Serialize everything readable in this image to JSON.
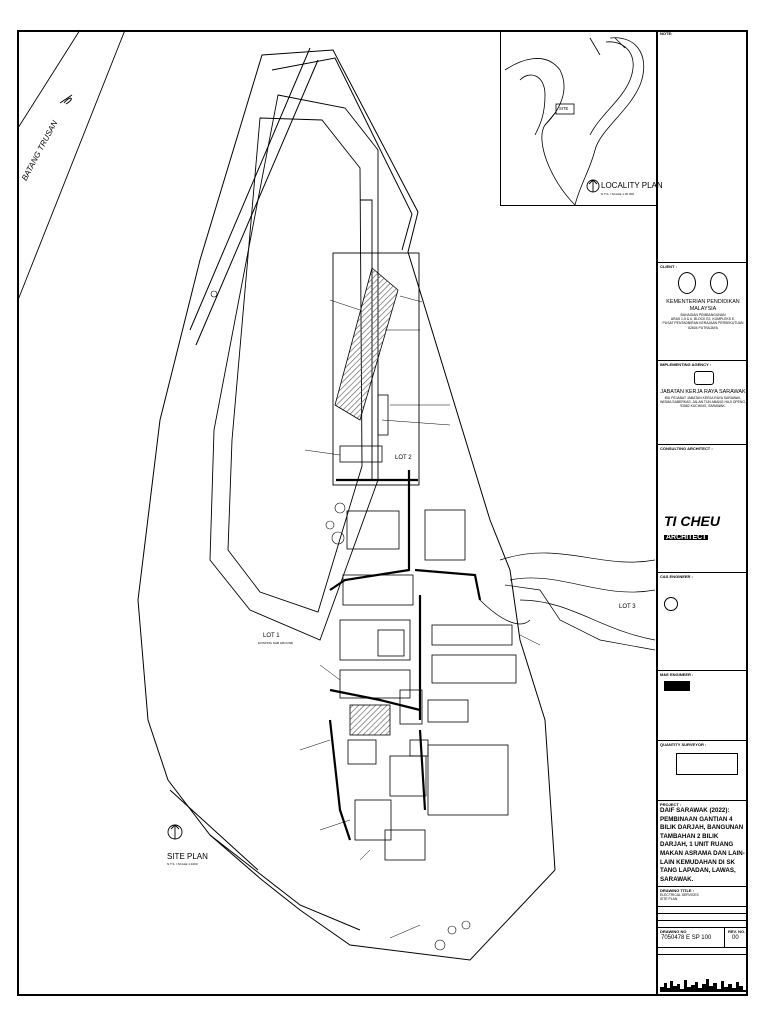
{
  "sheet": {
    "river_label": "BATANG TRUSAN",
    "site_plan_title": "SITE PLAN",
    "site_plan_scale": "N.T.S. / SCALE 1:1000",
    "locality_plan_title": "LOCALITY PLAN",
    "locality_plan_scale": "N.T.S. / SCALE 1:20 000",
    "locality_site_tag": "SITE",
    "lot_labels": [
      "LOT 1",
      "LOT 2",
      "LOT 3"
    ],
    "lot1_sub": "EXISTING SHB GROUND"
  },
  "title_block": {
    "note_label": "NOTE:",
    "client_label": "CLIENT :",
    "client_name": "KEMENTERIAN PENDIDIKAN MALAYSIA",
    "client_address": "BAHAGIAN PEMBANGUNAN\nARAS 1-5 & 6, BLOCK E2, KOMPLEKS E,\nPUSAT PENTADBIRAN KERAJAAN PERSEKUTUAN\n62604 PUTRAJAYA",
    "implementing_label": "IMPLEMENTING AGENCY :",
    "implementing_name": "JABATAN KERJA RAYA SARAWAK",
    "implementing_address": "IBU PEJABAT JABATAN KERJA RAYA SARAWAK,\nWISMA SABERKAS, JALAN TUN ABANG HAJI OPENG,\n93582 KUCHING, SARAWAK.",
    "consulting_label": "CONSULTING ARCHITECT :",
    "architect_name": "TI CHEU",
    "architect_sub": "ARCHITECT",
    "cs_label": "C&S ENGINEER :",
    "me_label": "M&E ENGINEER :",
    "qs_label": "QUANTITY SURVEYOR :",
    "project_label": "PROJECT :",
    "project_title": "DAIF SARAWAK (2022): PEMBINAAN GANTIAN 4 BILIK DARJAH, BANGUNAN TAMBAHAN 2 BILIK DARJAH, 1 UNIT RUANG MAKAN ASRAMA DAN LAIN-LAIN KEMUDAHAN DI SK TANG LAPADAN, LAWAS, SARAWAK.",
    "drawing_title_label": "DRAWING TITLE :",
    "drawing_title": "ELECTRICAL SERVICES\nSITE PLAN",
    "drawing_no": "7050478 E SP 100",
    "revision": "00",
    "drawing_no_label": "DRAWING NO",
    "rev_label": "REV. NO."
  },
  "colors": {
    "ink": "#000000",
    "paper": "#ffffff",
    "hatch": "#555555"
  }
}
